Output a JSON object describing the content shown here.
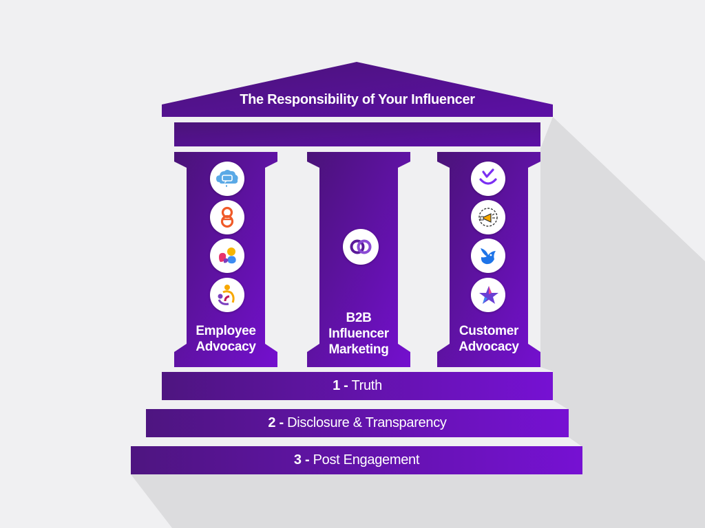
{
  "title": "The Responsibility of Your Influencer",
  "pillars": [
    {
      "label_line1": "Employee",
      "label_line2": "Advocacy",
      "icons": [
        "cloud-chat-icon",
        "orange-knot-icon",
        "colorful-petals-icon",
        "people-circle-icon"
      ]
    },
    {
      "label_line1": "B2B",
      "label_line2": "Influencer",
      "label_line3": "Marketing",
      "icons": [
        "interlocked-rings-icon"
      ]
    },
    {
      "label_line1": "Customer",
      "label_line2": "Advocacy",
      "icons": [
        "purple-check-smile-icon",
        "megaphone-badge-icon",
        "blue-bird-icon",
        "purple-star-icon"
      ]
    }
  ],
  "steps": [
    {
      "number": "1 -",
      "text": "Truth"
    },
    {
      "number": "2 -",
      "text": "Disclosure & Transparency"
    },
    {
      "number": "3 -",
      "text": "Post Engagement"
    }
  ],
  "colors": {
    "background": "#f0f0f2",
    "purple_dark": "#4a1378",
    "purple_light": "#7611d3",
    "shadow": "#dcdcde",
    "text": "#ffffff"
  }
}
